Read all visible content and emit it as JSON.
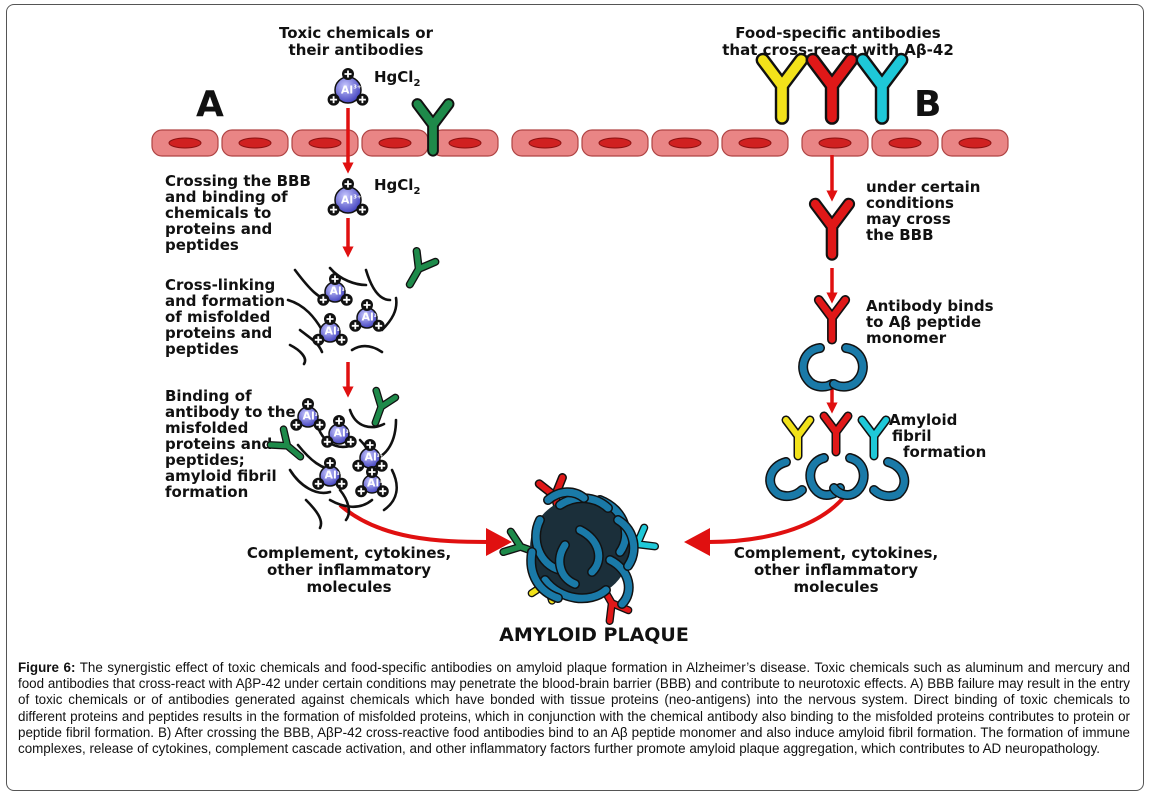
{
  "panel_a": {
    "letter": "A",
    "top_label": [
      "Toxic chemicals or",
      "their antibodies"
    ],
    "hgcl2": "HgCl",
    "hgcl2_sub": "2",
    "ion_label": "Al",
    "ion_charge": "3+",
    "step1": [
      "Crossing the BBB",
      "and binding of",
      "chemicals to",
      "proteins and",
      "peptides"
    ],
    "step2": [
      "Cross-linking",
      "and formation",
      "of misfolded",
      "proteins and",
      "peptides"
    ],
    "step3": [
      "Binding of",
      "antibody to the",
      "misfolded",
      "proteins and",
      "peptides;",
      "amyloid fibril",
      "formation"
    ],
    "inflammation": [
      "Complement, cytokines,",
      "other inflammatory",
      "molecules"
    ]
  },
  "panel_b": {
    "letter": "B",
    "top_label": [
      "Food-specific antibodies",
      "that cross-react with Aβ-42"
    ],
    "step1": [
      "under certain",
      "conditions",
      "may cross",
      "the BBB"
    ],
    "step2": [
      "Antibody binds",
      "to Aβ peptide",
      "monomer"
    ],
    "step3": [
      "Amyloid",
      "fibril",
      "formation"
    ],
    "inflammation": [
      "Complement, cytokines,",
      "other inflammatory",
      "molecules"
    ]
  },
  "plaque_label": "AMYLOID PLAQUE",
  "caption": {
    "label": "Figure 6:",
    "text": " The synergistic effect of toxic chemicals and food-specific antibodies on amyloid plaque formation in Alzheimer’s disease. Toxic chemicals such as aluminum and mercury and food antibodies that cross-react with AβP-42 under certain conditions may penetrate the blood-brain barrier (BBB) and contribute to neurotoxic effects. A) BBB failure may result in the entry of toxic chemicals or of antibodies generated against chemicals which have bonded with tissue proteins (neo-antigens) into the nervous system. Direct binding of toxic chemicals to different proteins and peptides results in the formation of misfolded proteins, which in conjunction with the chemical antibody also binding to the misfolded proteins contributes to protein or peptide fibril formation. B) After crossing the BBB, AβP-42 cross-reactive food antibodies bind to an Aβ peptide monomer and also induce amyloid fibril formation. The formation of immune complexes, release of cytokines, complement cascade activation, and other inflammatory factors further promote amyloid plaque aggregation, which contributes to AD neuropathology."
  },
  "colors": {
    "arrow": "#e01010",
    "cell": "#e98585",
    "cell_nucleus": "#d02020",
    "ion": "#5b5bd6",
    "antibody_green": "#1e8a4a",
    "antibody_red": "#e01818",
    "antibody_yellow": "#f2e21a",
    "antibody_cyan": "#1ec8d8",
    "fibril_blue": "#1a7aa8"
  }
}
